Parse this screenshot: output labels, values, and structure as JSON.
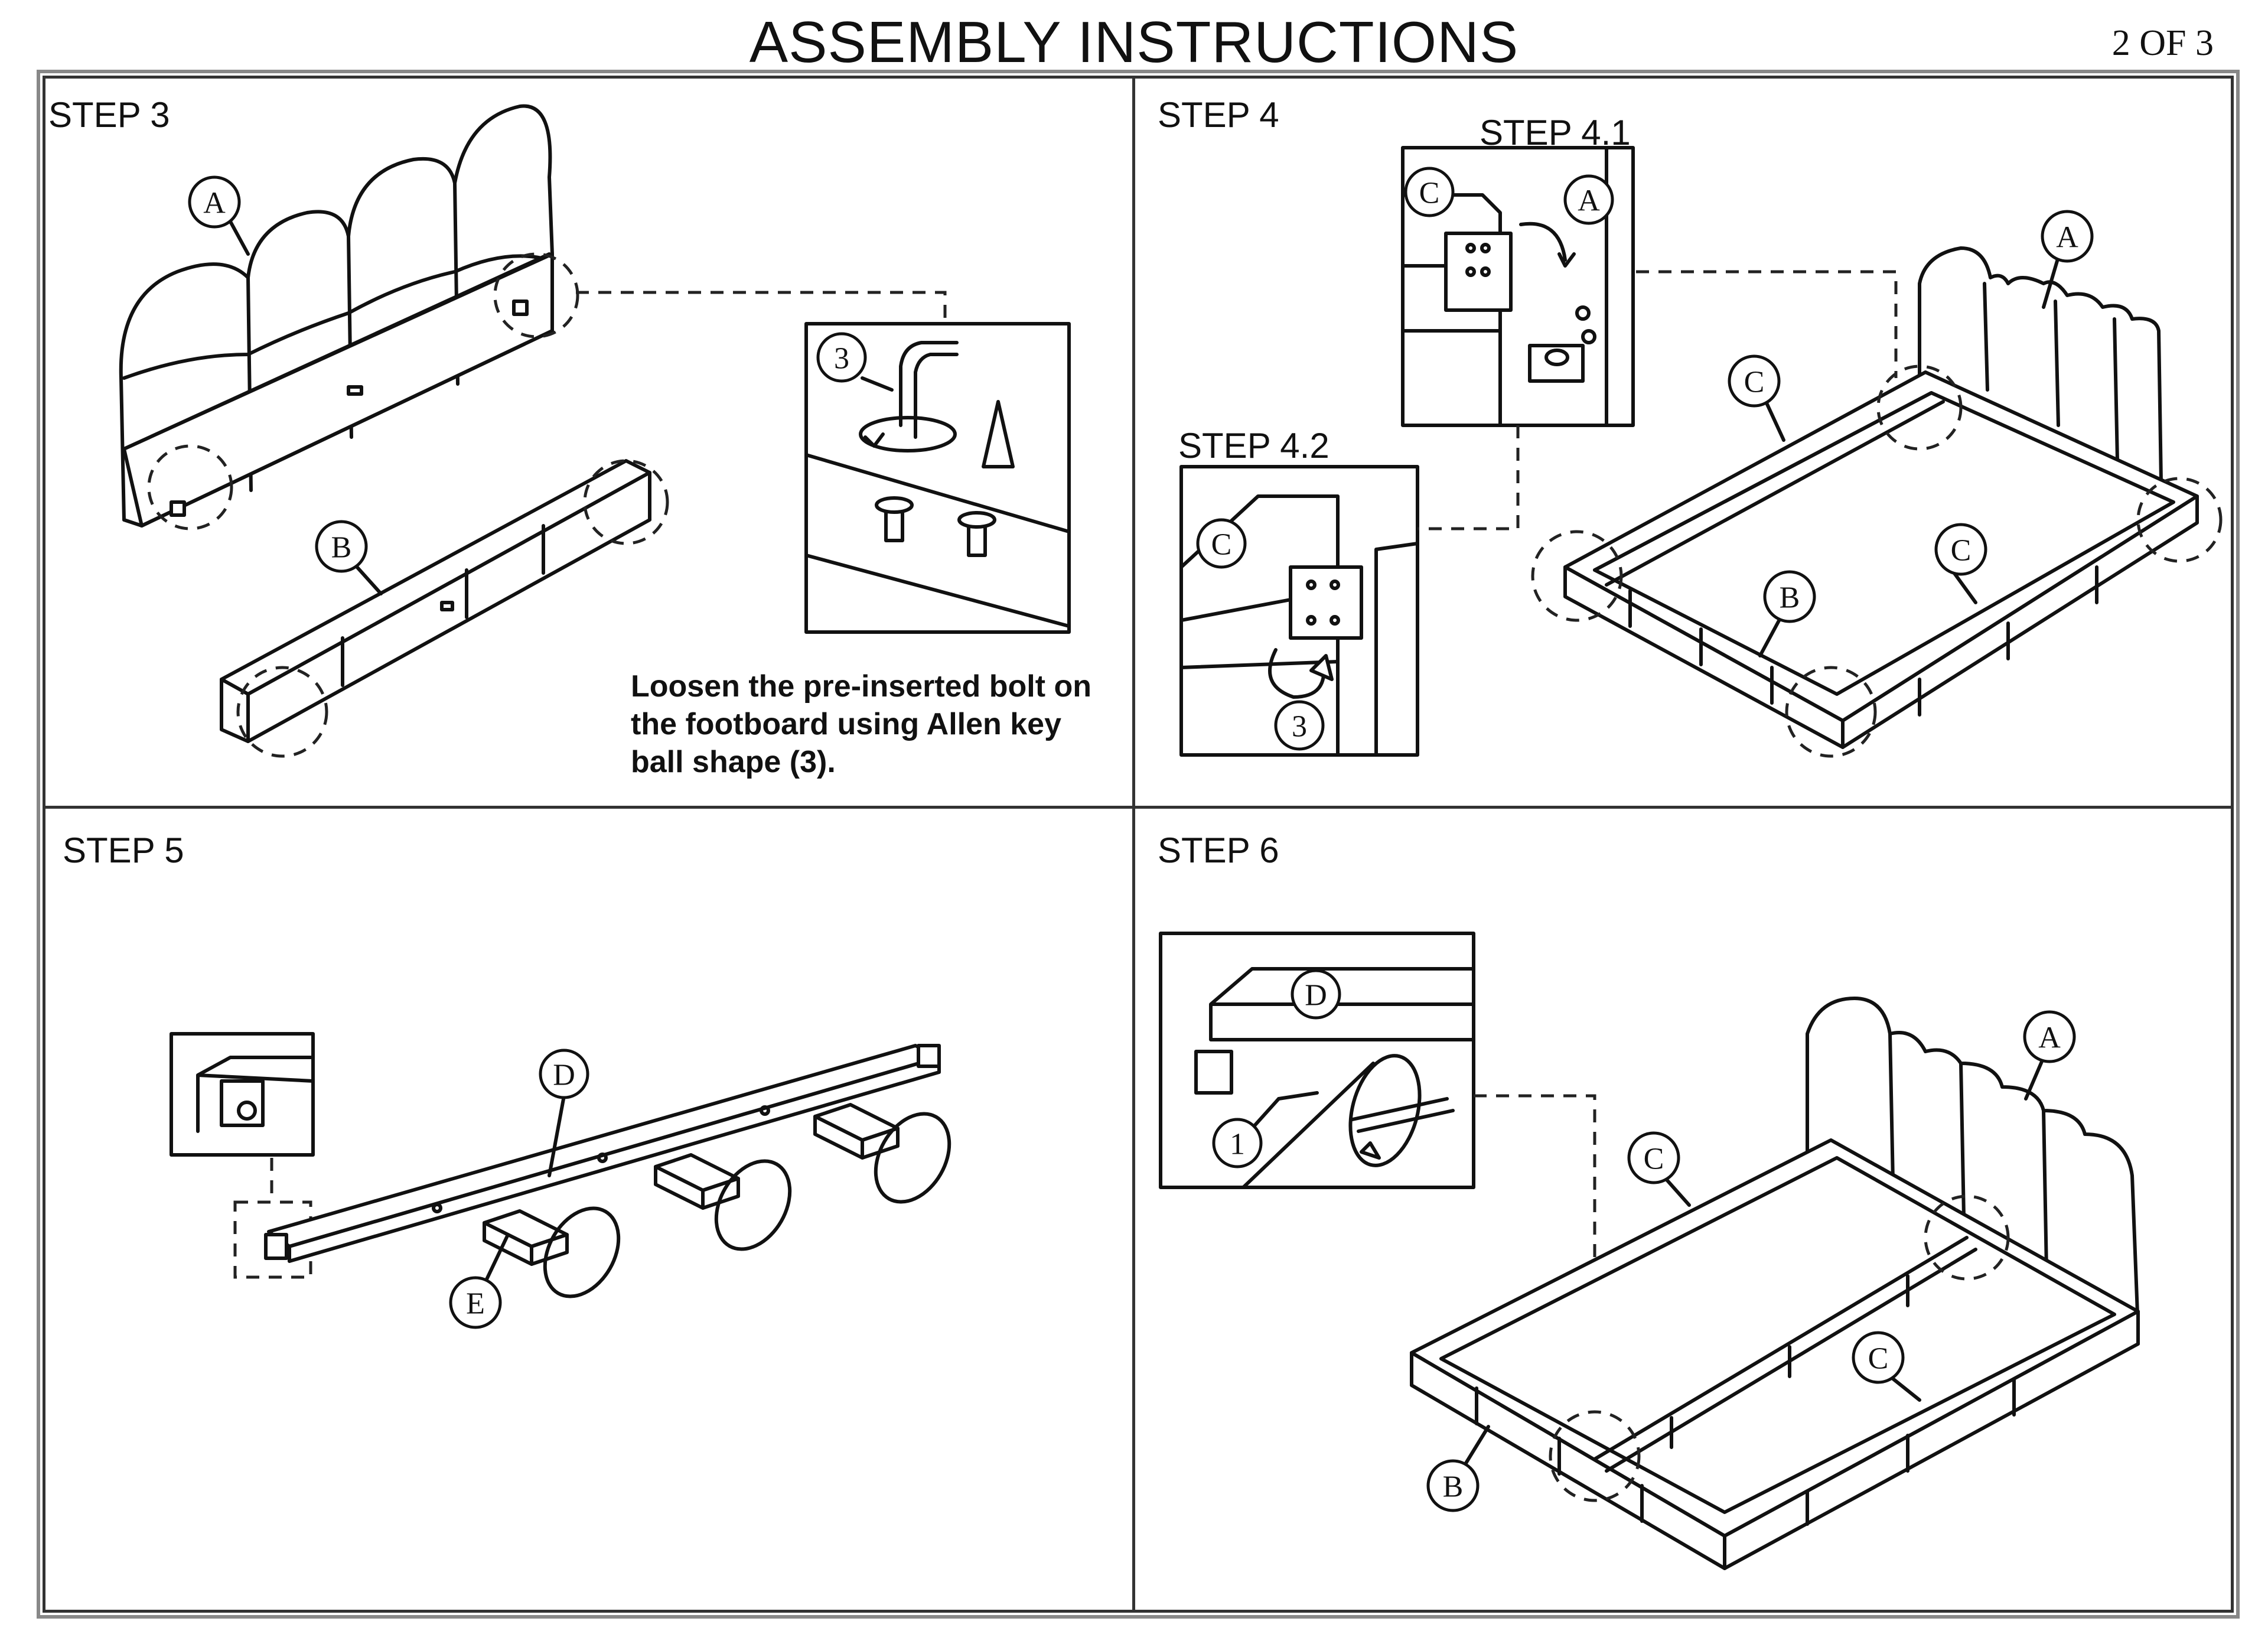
{
  "header": {
    "title": "ASSEMBLY INSTRUCTIONS",
    "page": "2 OF 3"
  },
  "steps": {
    "step3": {
      "label": "STEP 3",
      "note": "Loosen the pre-inserted bolt on the footboard using Allen key ball shape (3)."
    },
    "step4": {
      "label": "STEP 4",
      "sub1": "STEP 4.1",
      "sub2": "STEP 4.2"
    },
    "step5": {
      "label": "STEP 5"
    },
    "step6": {
      "label": "STEP 6"
    }
  },
  "part_labels": {
    "A": "A",
    "B": "B",
    "C": "C",
    "D": "D",
    "E": "E",
    "p1": "1",
    "p3": "3"
  }
}
